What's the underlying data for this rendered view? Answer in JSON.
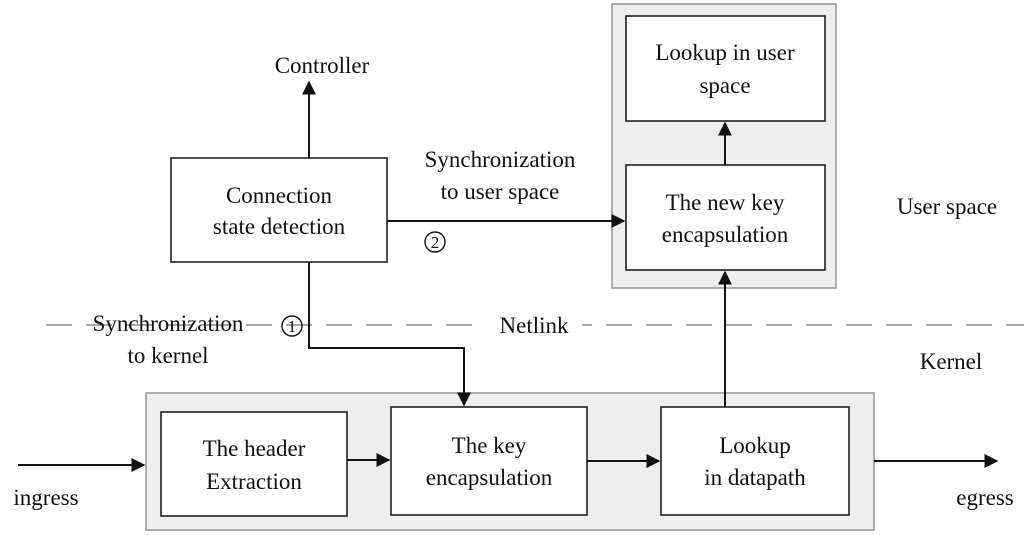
{
  "nodes": {
    "controller": "Controller",
    "connection_state_detection": [
      "Connection",
      "state detection"
    ],
    "lookup_user_space": [
      "Lookup in user",
      "space"
    ],
    "new_key_encapsulation": [
      "The new key",
      "encapsulation"
    ],
    "header_extraction": [
      "The header",
      "Extraction"
    ],
    "key_encapsulation": [
      "The key",
      "encapsulation"
    ],
    "lookup_datapath": [
      "Lookup",
      "in datapath"
    ]
  },
  "edges": {
    "sync_user_space": [
      "Synchronization",
      "to user space"
    ],
    "sync_kernel": [
      "Synchronization",
      "to kernel"
    ],
    "marker_1": "1",
    "marker_2": "2"
  },
  "regions": {
    "user_space": "User space",
    "kernel": "Kernel",
    "boundary": "Netlink"
  },
  "io": {
    "ingress": "ingress",
    "egress": "egress"
  }
}
